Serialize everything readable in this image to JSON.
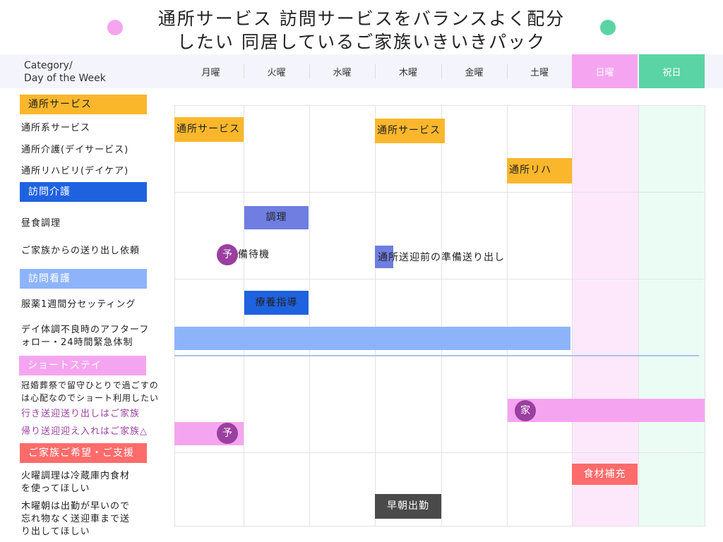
{
  "title": {
    "line1": "通所サービス 訪問サービスをバランスよく配分",
    "line2": "したい 同居しているご家族いきいきパック"
  },
  "header": {
    "category": "Category/",
    "day_of_week": "Day of the Week",
    "days": [
      "月曜",
      "火曜",
      "水曜",
      "木曜",
      "金曜",
      "土曜",
      "日曜",
      "祝日"
    ]
  },
  "colors": {
    "orange": "#fbb72c",
    "blue": "#1f62e0",
    "light_blue": "#8db4fb",
    "pink": "#f5a5ef",
    "red": "#fe6b6b",
    "green": "#5ad4a4",
    "purple": "#9b3fa0"
  },
  "sections": [
    {
      "label": "通所サービス",
      "rows": [
        "通所系サービス",
        "通所介護(デイサービス)",
        "通所リハビリ(デイケア)"
      ]
    },
    {
      "label": "訪問介護",
      "rows": [
        "昼食調理",
        "ご家族からの送り出し依頼"
      ]
    },
    {
      "label": "訪問看護",
      "rows": [
        "服薬1週間分セッティング",
        "デイ体調不良時のアフターフ",
        "ォロー・24時間緊急体制"
      ]
    },
    {
      "label": "ショートステイ",
      "rows": [
        "冠婚葬祭で留守ひとりで過ごすの",
        "は心配なのでショート利用したい",
        "行き送迎送り出しはご家族",
        "帰り送迎迎え入れはご家族△"
      ]
    },
    {
      "label": "ご家族ご希望・ご支援",
      "rows": [
        "火曜調理は冷蔵庫内食材",
        "を使ってほしい",
        "木曜朝は出勤が早いので",
        "忘れ物なく送迎車まで送",
        "り出してほしい"
      ]
    }
  ],
  "events": {
    "day_service_mon": "通所サービス",
    "day_service_thu": "通所サービス",
    "rehab_sat": "通所リハ",
    "cooking_tue": "調理",
    "standby_badge": "予",
    "standby_text": "備待機",
    "pickup_prep": "通所送迎前の準備送り出し",
    "nursing_tue": "療養指導",
    "short_badge_family": "家",
    "short_badge_plan": "予",
    "groceries_sun": "食材補充",
    "early_work_thu": "早朝出勤"
  }
}
